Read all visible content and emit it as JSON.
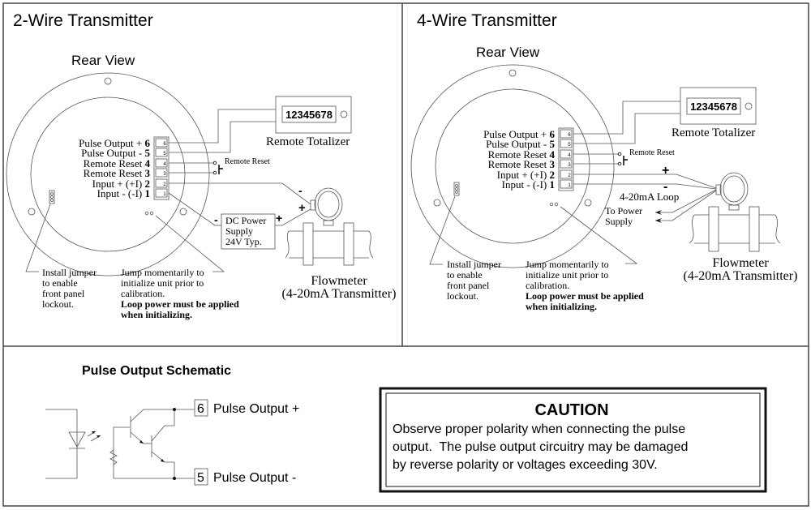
{
  "panels": {
    "two_wire": {
      "title": "2-Wire Transmitter",
      "rear_view": "Rear View",
      "terminals": [
        {
          "label": "Pulse Output + ",
          "num": "6"
        },
        {
          "label": "Pulse Output - ",
          "num": "5"
        },
        {
          "label": "Remote Reset ",
          "num": "4"
        },
        {
          "label": "Remote Reset ",
          "num": "3"
        },
        {
          "label": "Input + (+I) ",
          "num": "2"
        },
        {
          "label": "Input - (-I) ",
          "num": "1"
        }
      ],
      "terminal_pins": [
        "6",
        "5",
        "4",
        "3",
        "2",
        "1"
      ],
      "remote_reset": "Remote Reset",
      "totalizer_display": "12345678",
      "totalizer_label": "Remote Totalizer",
      "power_supply": [
        "DC Power",
        "Supply",
        "24V Typ."
      ],
      "minus": "-",
      "plus": "+",
      "flowmeter": [
        "Flowmeter",
        "(4-20mA Transmitter)"
      ],
      "jumper_note": [
        "Install jumper",
        "to enable",
        "front panel",
        "lockout."
      ],
      "init_note": [
        "Jump momentarily to",
        "initialize unit prior to",
        "calibration."
      ],
      "init_note_bold": [
        "Loop power must be applied",
        "when initializing."
      ]
    },
    "four_wire": {
      "title": "4-Wire Transmitter",
      "rear_view": "Rear View",
      "terminals": [
        {
          "label": "Pulse Output + ",
          "num": "6"
        },
        {
          "label": "Pulse Output - ",
          "num": "5"
        },
        {
          "label": "Remote Reset ",
          "num": "4"
        },
        {
          "label": "Remote Reset ",
          "num": "3"
        },
        {
          "label": "Input + (+I) ",
          "num": "2"
        },
        {
          "label": "Input - (-I) ",
          "num": "1"
        }
      ],
      "terminal_pins": [
        "6",
        "5",
        "4",
        "3",
        "2",
        "1"
      ],
      "remote_reset": "Remote Reset",
      "totalizer_display": "12345678",
      "totalizer_label": "Remote Totalizer",
      "loop_label": "4-20mA Loop",
      "to_power": [
        "To Power",
        "Supply"
      ],
      "minus": "-",
      "plus": "+",
      "flowmeter": [
        "Flowmeter",
        "(4-20mA Transmitter)"
      ],
      "jumper_note": [
        "Install jumper",
        "to enable",
        "front panel",
        "lockout."
      ],
      "init_note": [
        "Jump momentarily to",
        "initialize unit prior to",
        "calibration."
      ],
      "init_note_bold": [
        "Loop power must be applied",
        "when initializing."
      ]
    }
  },
  "schematic": {
    "title": "Pulse Output Schematic",
    "pin_top": "6",
    "pin_top_label": "Pulse Output +",
    "pin_bottom": "5",
    "pin_bottom_label": "Pulse Output -"
  },
  "caution": {
    "title": "CAUTION",
    "lines": [
      "Observe proper polarity when connecting the pulse",
      "output.  The pulse output circuitry may be damaged",
      "by reverse polarity or voltages exceeding 30V."
    ]
  }
}
